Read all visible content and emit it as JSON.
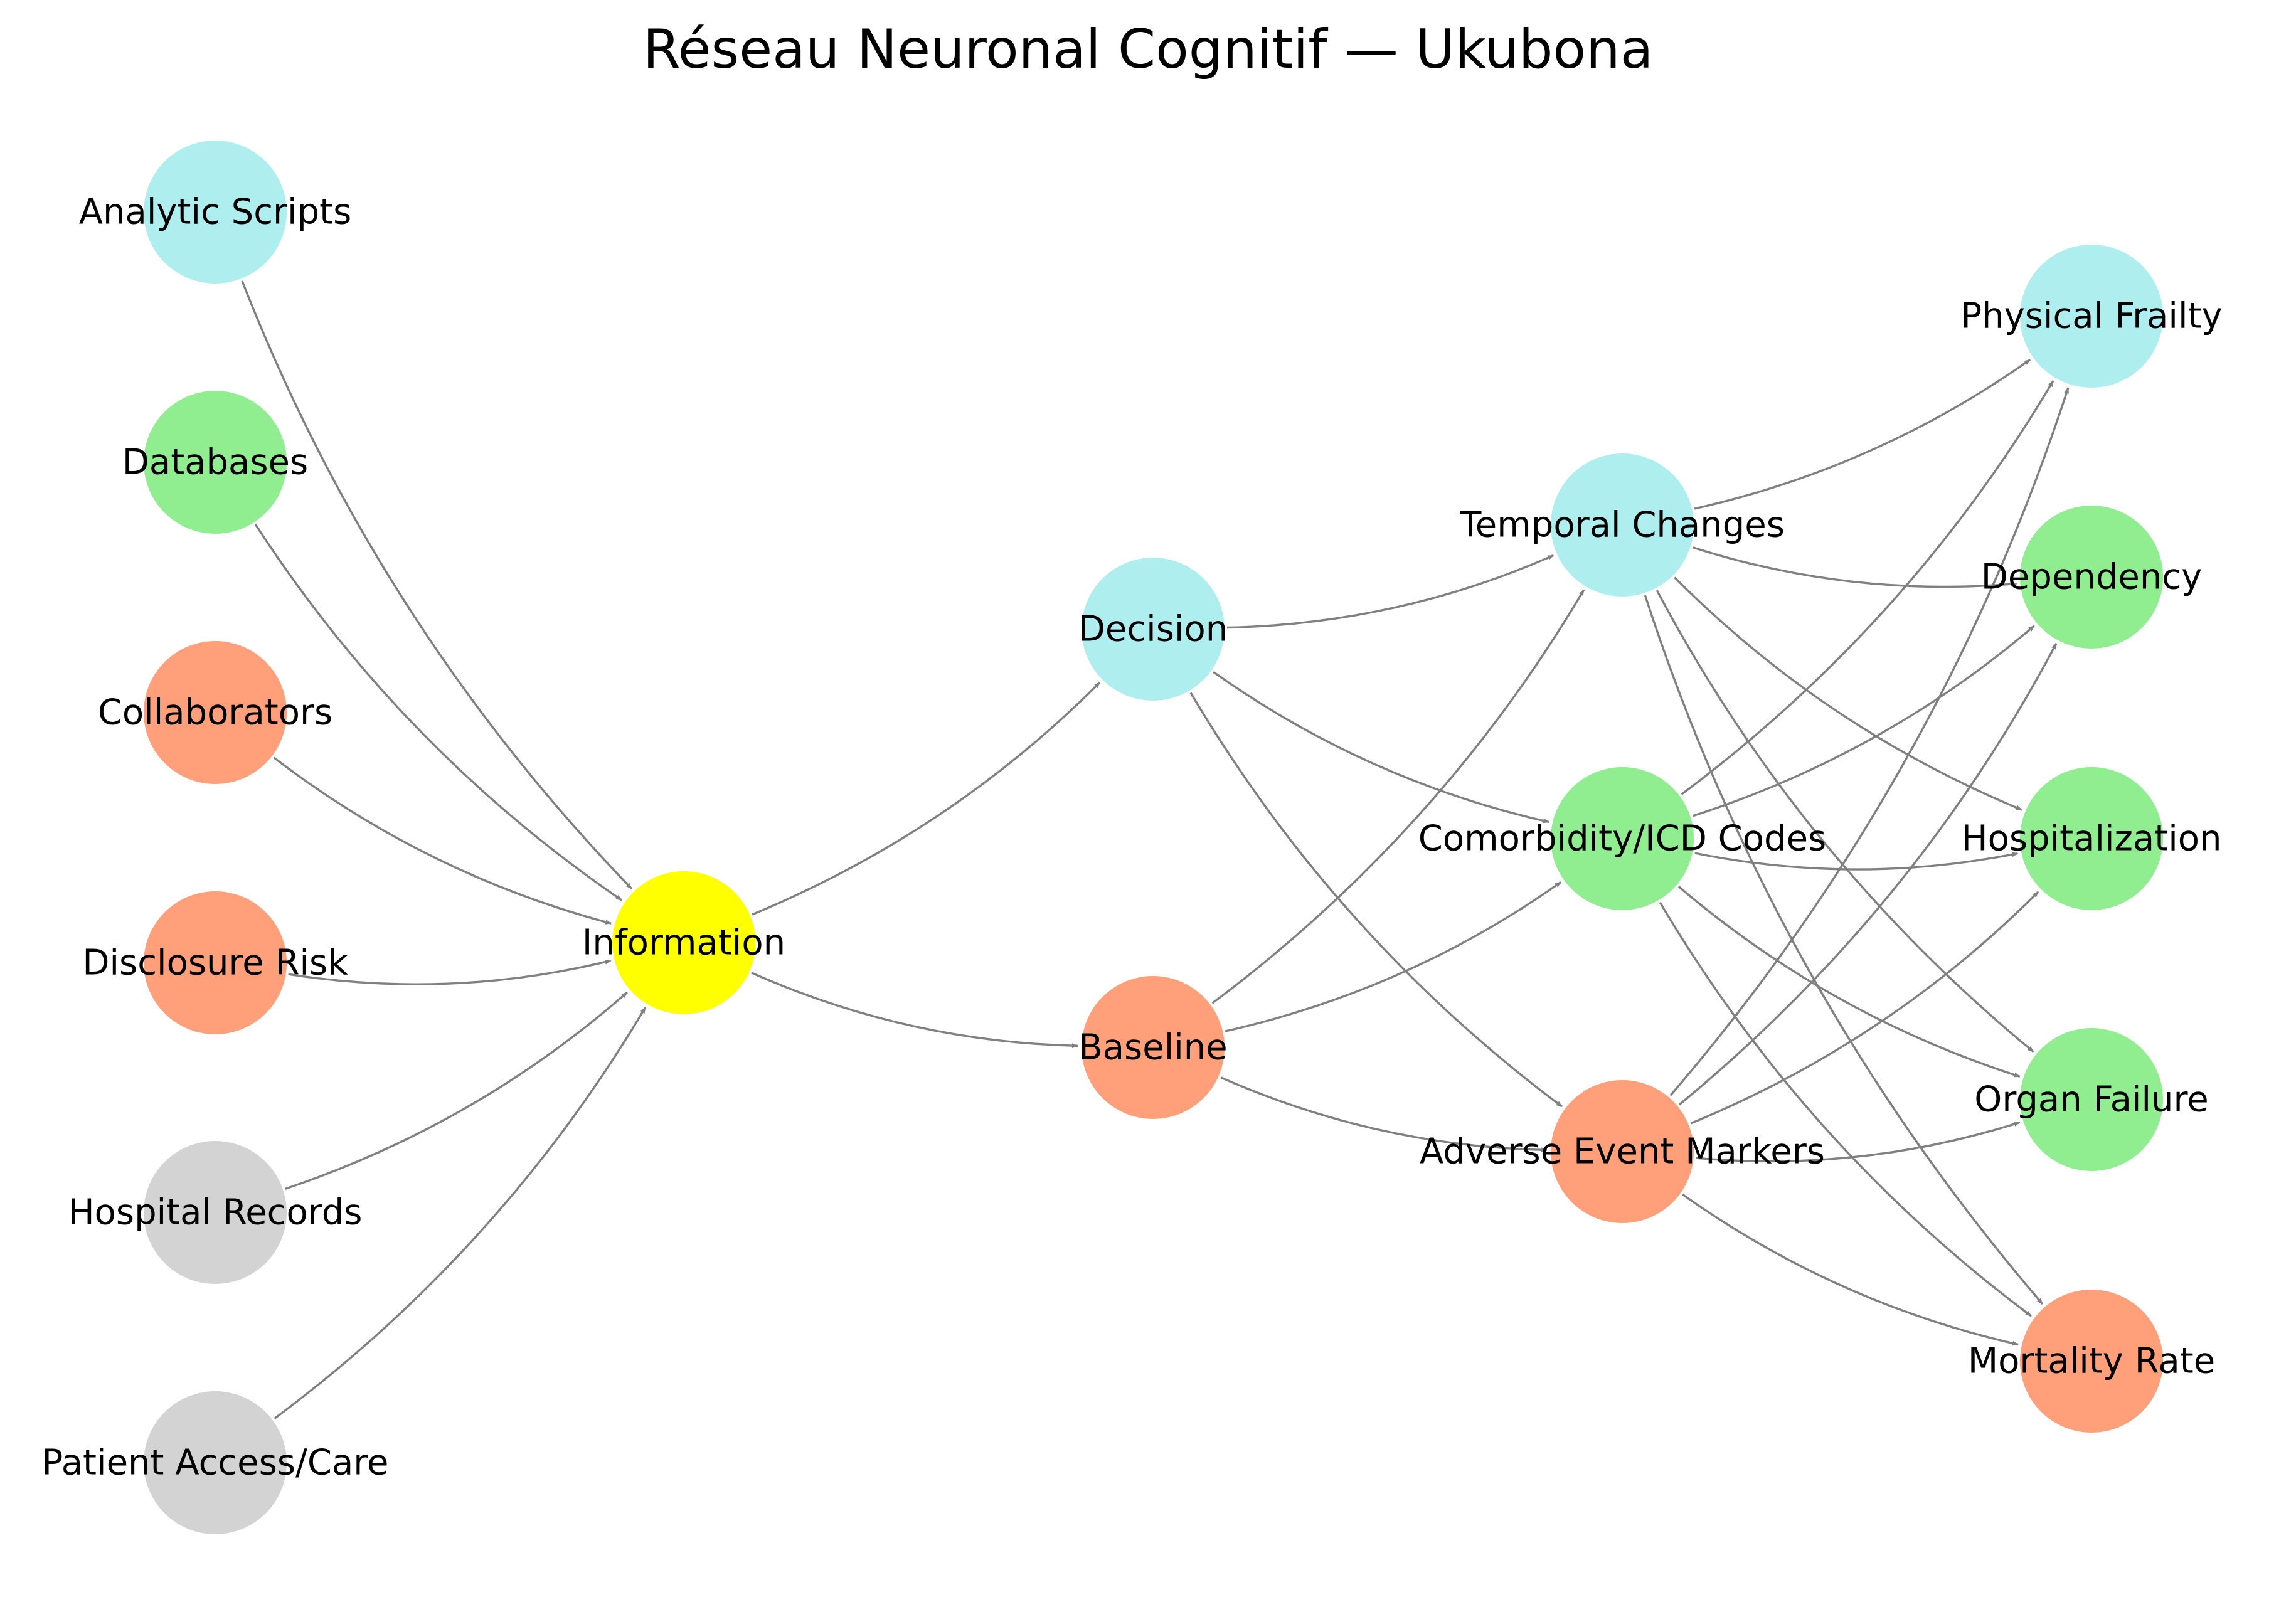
{
  "title": "Réseau Neuronal Cognitif — Ukubona",
  "colors": {
    "gray": "#d3d3d3",
    "salmon": "#ffa07a",
    "green": "#90ee90",
    "cyan": "#afeeee",
    "yellow": "#ffff00",
    "edge": "#808080"
  },
  "nodes": [
    {
      "id": "patient",
      "label": "Patient Access/Care",
      "color": "gray"
    },
    {
      "id": "hospital",
      "label": "Hospital Records",
      "color": "gray"
    },
    {
      "id": "disclosure",
      "label": "Disclosure Risk",
      "color": "salmon"
    },
    {
      "id": "collaborators",
      "label": "Collaborators",
      "color": "salmon"
    },
    {
      "id": "databases",
      "label": "Databases",
      "color": "green"
    },
    {
      "id": "scripts",
      "label": "Analytic Scripts",
      "color": "cyan"
    },
    {
      "id": "information",
      "label": "Information",
      "color": "yellow"
    },
    {
      "id": "decision",
      "label": "Decision",
      "color": "cyan"
    },
    {
      "id": "baseline",
      "label": "Baseline",
      "color": "salmon"
    },
    {
      "id": "temporal",
      "label": "Temporal Changes",
      "color": "cyan"
    },
    {
      "id": "comorbidity",
      "label": "Comorbidity/ICD Codes",
      "color": "green"
    },
    {
      "id": "adverse",
      "label": "Adverse Event Markers",
      "color": "salmon"
    },
    {
      "id": "frailty",
      "label": "Physical Frailty",
      "color": "cyan"
    },
    {
      "id": "dependency",
      "label": "Dependency",
      "color": "green"
    },
    {
      "id": "hospitalization",
      "label": "Hospitalization",
      "color": "green"
    },
    {
      "id": "organ",
      "label": "Organ Failure",
      "color": "green"
    },
    {
      "id": "mortality",
      "label": "Mortality Rate",
      "color": "salmon"
    }
  ],
  "edges": [
    [
      "scripts",
      "information"
    ],
    [
      "databases",
      "information"
    ],
    [
      "collaborators",
      "information"
    ],
    [
      "disclosure",
      "information"
    ],
    [
      "hospital",
      "information"
    ],
    [
      "patient",
      "information"
    ],
    [
      "information",
      "decision"
    ],
    [
      "information",
      "baseline"
    ],
    [
      "decision",
      "temporal"
    ],
    [
      "decision",
      "comorbidity"
    ],
    [
      "decision",
      "adverse"
    ],
    [
      "baseline",
      "temporal"
    ],
    [
      "baseline",
      "comorbidity"
    ],
    [
      "baseline",
      "adverse"
    ],
    [
      "temporal",
      "frailty"
    ],
    [
      "temporal",
      "dependency"
    ],
    [
      "temporal",
      "hospitalization"
    ],
    [
      "temporal",
      "organ"
    ],
    [
      "temporal",
      "mortality"
    ],
    [
      "comorbidity",
      "frailty"
    ],
    [
      "comorbidity",
      "dependency"
    ],
    [
      "comorbidity",
      "hospitalization"
    ],
    [
      "comorbidity",
      "organ"
    ],
    [
      "comorbidity",
      "mortality"
    ],
    [
      "adverse",
      "frailty"
    ],
    [
      "adverse",
      "dependency"
    ],
    [
      "adverse",
      "hospitalization"
    ],
    [
      "adverse",
      "organ"
    ],
    [
      "adverse",
      "mortality"
    ]
  ]
}
